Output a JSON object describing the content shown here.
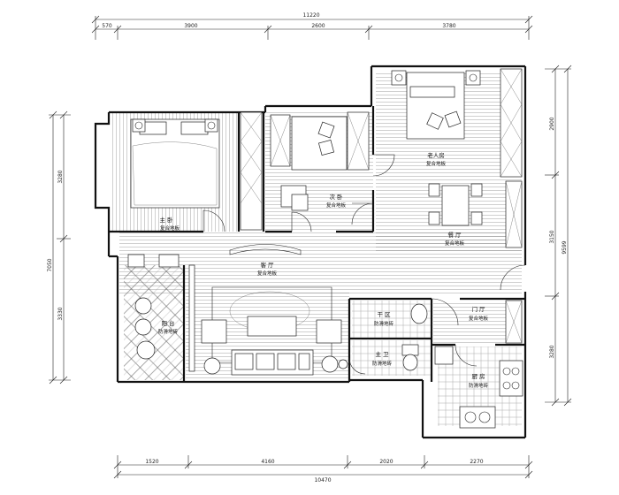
{
  "dimensions": {
    "top_total": "11220",
    "top_segments": [
      "570",
      "3900",
      "2600",
      "3780"
    ],
    "bottom_total": "10470",
    "bottom_segments": [
      "1520",
      "4160",
      "2020",
      "2270"
    ],
    "left_outer": "7050",
    "left_segments": [
      "3280",
      "3330"
    ],
    "right_outer": "9599",
    "right_segments": [
      "2900",
      "3150",
      "3280"
    ]
  },
  "rooms": {
    "master_bedroom": {
      "name": "主 卧",
      "floor": "复合地板"
    },
    "second_bedroom": {
      "name": "次 卧",
      "floor": "复合地板"
    },
    "elder_room": {
      "name": "老人房",
      "floor": "复合地板"
    },
    "dining": {
      "name": "餐 厅",
      "floor": "复合地板"
    },
    "living": {
      "name": "客 厅",
      "floor": "复合地板"
    },
    "balcony": {
      "name": "阳 台",
      "floor": "防滑地砖"
    },
    "dry_area": {
      "name": "干 区",
      "floor": "防滑地砖"
    },
    "master_bath": {
      "name": "主 卫",
      "floor": "防滑地砖"
    },
    "foyer": {
      "name": "门 厅",
      "floor": "复合地板"
    },
    "kitchen": {
      "name": "厨 房",
      "floor": "防滑地砖"
    }
  }
}
